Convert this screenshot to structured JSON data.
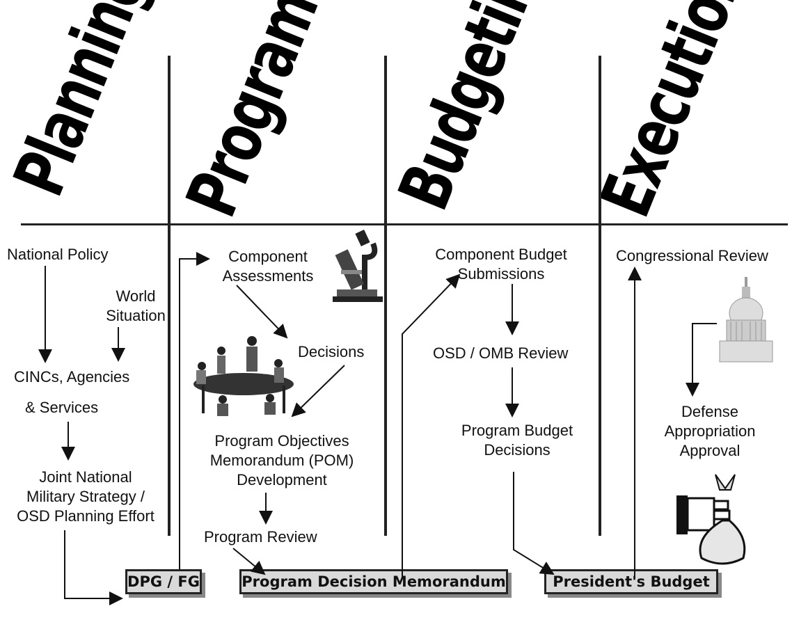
{
  "phases": [
    "Planning",
    "Programming",
    "Budgeting",
    "Execution"
  ],
  "planning": {
    "national_policy": "National Policy",
    "world_situation": [
      "World",
      "Situation"
    ],
    "cincs": "CINCs, Agencies",
    "services": "& Services",
    "joint": [
      "Joint National",
      "Military Strategy /",
      "OSD Planning Effort"
    ]
  },
  "programming": {
    "component_assessments": [
      "Component",
      "Assessments"
    ],
    "decisions": "Decisions",
    "pom": [
      "Program Objectives",
      "Memorandum (POM)",
      "Development"
    ],
    "program_review": "Program Review"
  },
  "budgeting": {
    "component_budget": [
      "Component Budget",
      "Submissions"
    ],
    "osd_omb": "OSD / OMB Review",
    "program_budget": [
      "Program Budget",
      "Decisions"
    ]
  },
  "execution": {
    "congressional_review": "Congressional Review",
    "defense": [
      "Defense",
      "Appropriation",
      "Approval"
    ]
  },
  "outputs": {
    "dpg_fg": "DPG / FG",
    "pdm": "Program Decision Memorandum",
    "presidents_budget": "President's Budget"
  }
}
